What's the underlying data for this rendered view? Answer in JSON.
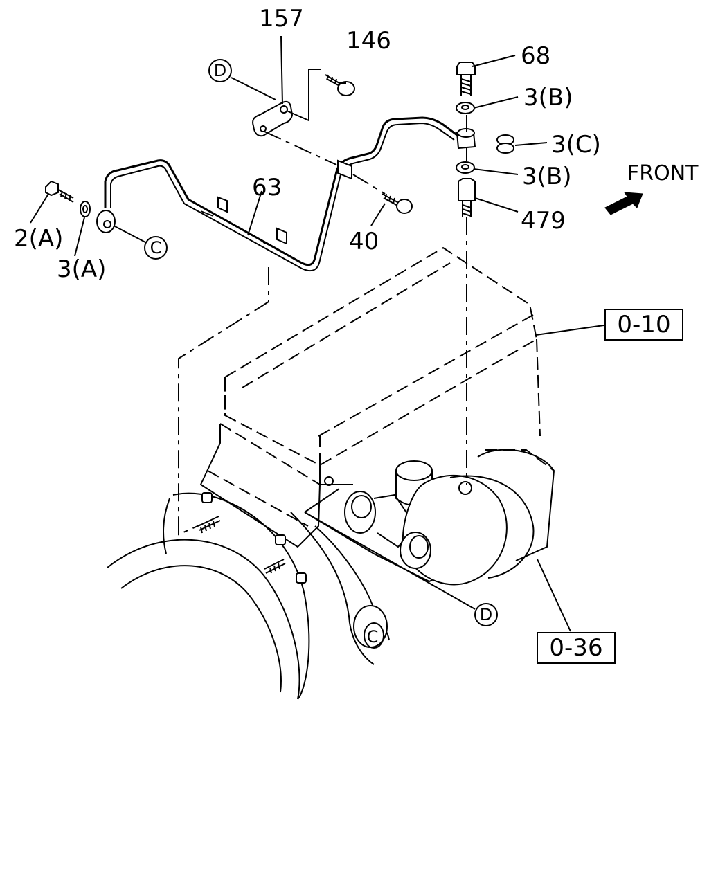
{
  "callouts": {
    "p157": "157",
    "p146": "146",
    "p68": "68",
    "p3b_top": "3(B)",
    "p3c": "3(C)",
    "p3b_bottom": "3(B)",
    "p479": "479",
    "p63": "63",
    "p40": "40",
    "p2a": "2(A)",
    "p3a": "3(A)"
  },
  "circle_refs": {
    "d_top": "D",
    "c_left": "C",
    "d_bottom": "D",
    "c_engine": "C"
  },
  "boxed_refs": {
    "ref_0_10": "0-10",
    "ref_0_36": "0-36"
  },
  "direction": {
    "label": "FRONT"
  }
}
